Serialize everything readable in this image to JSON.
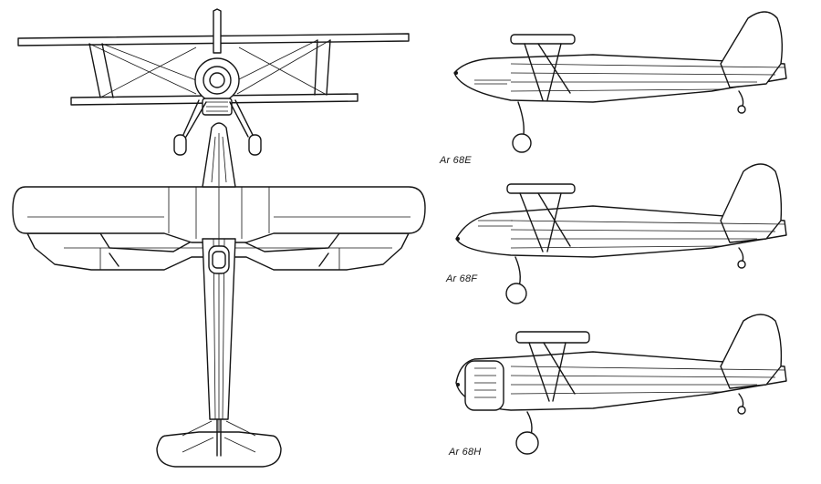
{
  "variants": [
    {
      "id": "e",
      "label": "Ar 68E"
    },
    {
      "id": "f",
      "label": "Ar 68F"
    },
    {
      "id": "h",
      "label": "Ar 68H"
    }
  ]
}
